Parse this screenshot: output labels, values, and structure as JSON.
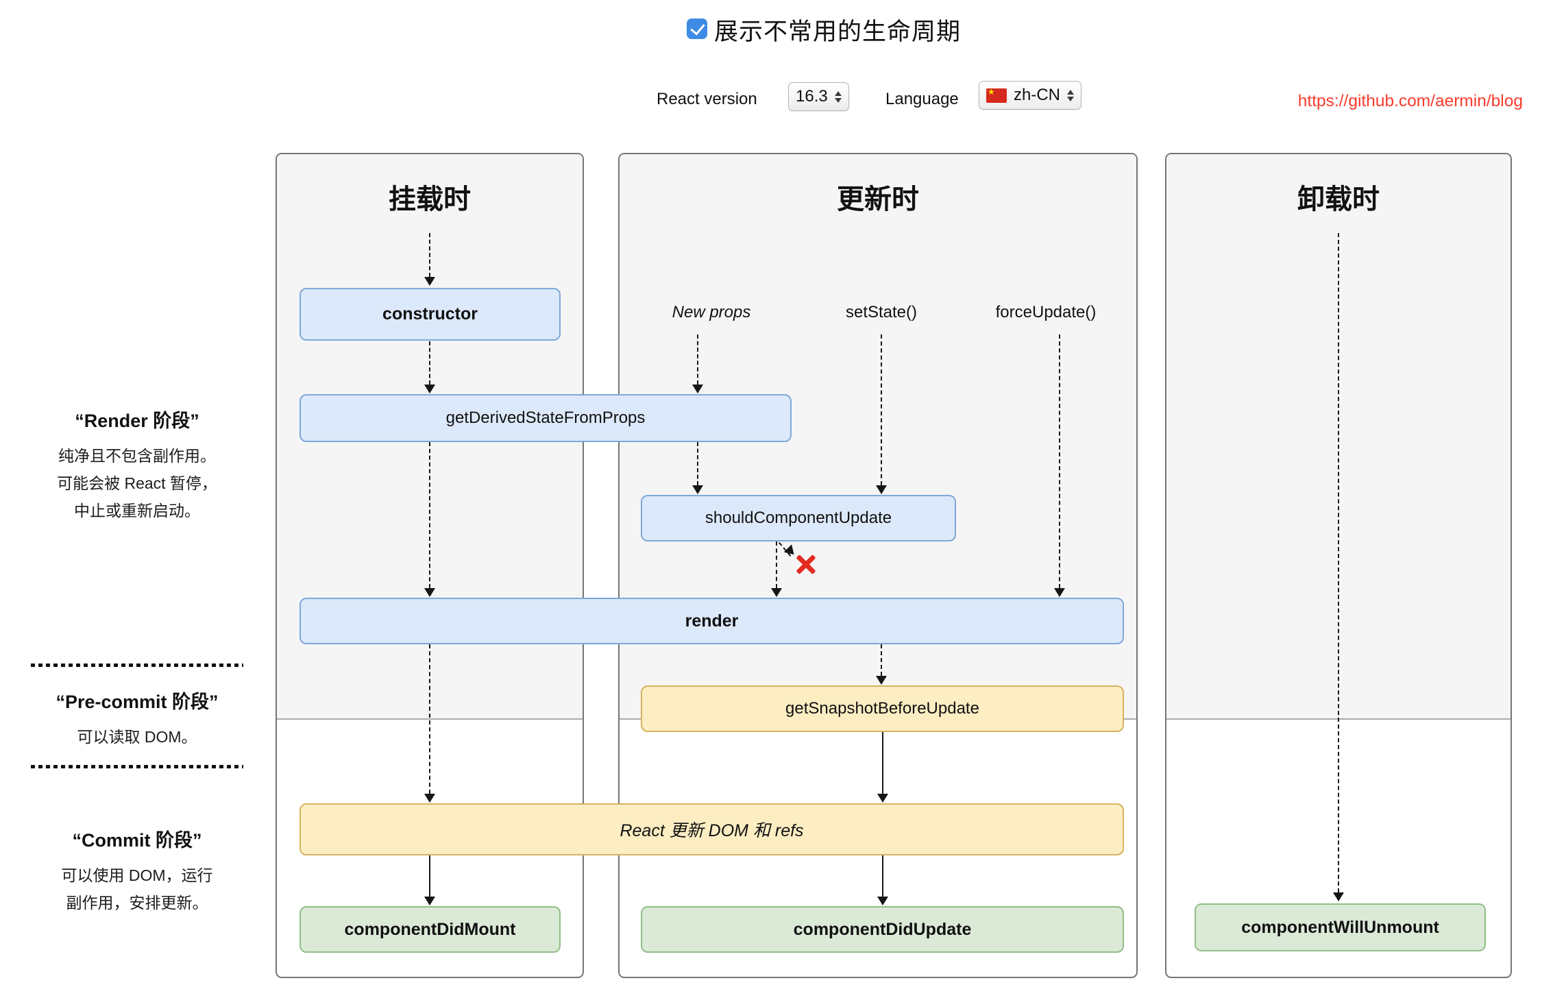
{
  "header": {
    "toggle": {
      "label": "展示不常用的生命周期",
      "checked": true
    },
    "react_version": {
      "label": "React version",
      "value": "16.3"
    },
    "language": {
      "label": "Language",
      "value": "zh-CN"
    },
    "link": {
      "text": "https://github.com/aermin/blog"
    }
  },
  "sidebar": {
    "render_phase": {
      "title": "“Render 阶段”",
      "line1": "纯净且不包含副作用。",
      "line2": "可能会被 React 暂停，",
      "line3": "中止或重新启动。"
    },
    "pre_commit_phase": {
      "title": "“Pre-commit 阶段”",
      "line1": "可以读取 DOM。"
    },
    "commit_phase": {
      "title": "“Commit 阶段”",
      "line1": "可以使用 DOM，运行",
      "line2": "副作用，安排更新。"
    }
  },
  "columns": {
    "mounting": "挂载时",
    "updating": "更新时",
    "unmounting": "卸载时"
  },
  "triggers": {
    "new_props": "New props",
    "set_state": "setState()",
    "force_update": "forceUpdate()"
  },
  "methods": {
    "constructor": "constructor",
    "getDerivedStateFromProps": "getDerivedStateFromProps",
    "shouldComponentUpdate": "shouldComponentUpdate",
    "render": "render",
    "getSnapshotBeforeUpdate": "getSnapshotBeforeUpdate",
    "reactUpdates": "React 更新 DOM 和 refs",
    "componentDidMount": "componentDidMount",
    "componentDidUpdate": "componentDidUpdate",
    "componentWillUnmount": "componentWillUnmount"
  },
  "icons": {
    "checkbox": "check-icon",
    "version_stepper": "up-down-stepper-icon",
    "language_flag": "cn-flag-icon",
    "false_branch": "red-x-icon"
  },
  "colors": {
    "checkbox_blue": "#3d8be4",
    "link_red": "#f93b2c",
    "false_x_red": "#e32b22",
    "box_blue_bg": "#dce9fa",
    "box_blue_border": "#7fa8d9",
    "box_yellow_bg": "#fdedc3",
    "box_yellow_border": "#d6b35f",
    "box_green_bg": "#dbe9d7",
    "box_green_border": "#92bd88",
    "panel_bg": "#f5f5f5",
    "panel_border": "#757575"
  }
}
